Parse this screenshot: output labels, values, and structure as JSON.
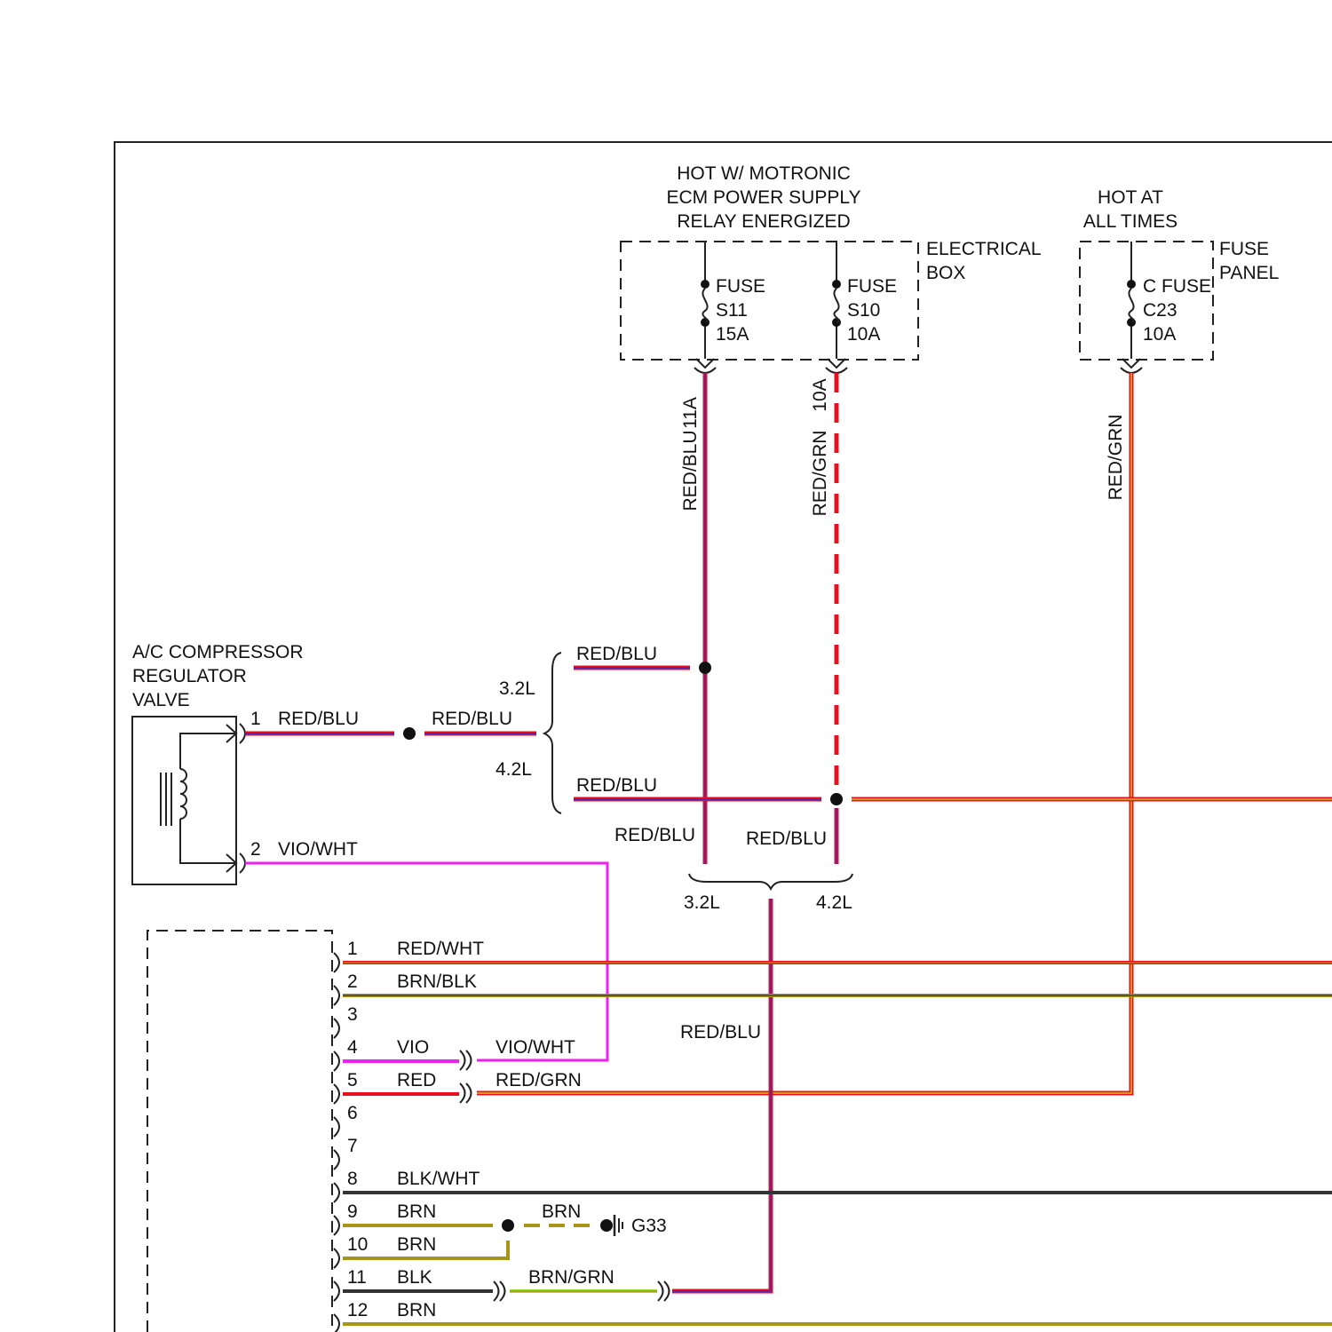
{
  "supplies": {
    "motronic": [
      "HOT W/ MOTRONIC",
      "ECM POWER SUPPLY",
      "RELAY ENERGIZED"
    ],
    "always": [
      "HOT AT",
      "ALL TIMES"
    ]
  },
  "boxes": {
    "electrical": [
      "ELECTRICAL",
      "BOX"
    ],
    "fuse_panel": [
      "FUSE",
      "PANEL"
    ]
  },
  "fuses": {
    "s11": [
      "FUSE",
      "S11",
      "15A"
    ],
    "s10": [
      "FUSE",
      "S10",
      "10A"
    ],
    "c23": [
      "C FUSE",
      "C23",
      "10A"
    ]
  },
  "terminals": {
    "t11a": "11A",
    "t10a": "10A"
  },
  "wires": {
    "s11_down": "RED/BLU",
    "s10_down": "RED/GRN",
    "c23_down": "RED/GRN",
    "valve_pin1_a": "RED/BLU",
    "valve_pin1_b": "RED/BLU",
    "branch_32": "RED/BLU",
    "branch_42": "RED/BLU",
    "down_32": "RED/BLU",
    "down_42": "RED/BLU",
    "valve_pin2": "VIO/WHT",
    "center_down": "RED/BLU"
  },
  "engine_variants": {
    "v32": "3.2L",
    "v42": "4.2L"
  },
  "component": {
    "name": [
      "A/C COMPRESSOR",
      "REGULATOR",
      "VALVE"
    ],
    "pins": [
      "1",
      "2"
    ]
  },
  "connector_pins": [
    {
      "pin": "1",
      "color": "RED/WHT",
      "far_color": ""
    },
    {
      "pin": "2",
      "color": "BRN/BLK",
      "far_color": ""
    },
    {
      "pin": "3",
      "color": "",
      "far_color": ""
    },
    {
      "pin": "4",
      "color": "VIO",
      "far_color": "VIO/WHT"
    },
    {
      "pin": "5",
      "color": "RED",
      "far_color": "RED/GRN"
    },
    {
      "pin": "6",
      "color": "",
      "far_color": ""
    },
    {
      "pin": "7",
      "color": "",
      "far_color": ""
    },
    {
      "pin": "8",
      "color": "BLK/WHT",
      "far_color": ""
    },
    {
      "pin": "9",
      "color": "BRN",
      "far_color": "BRN"
    },
    {
      "pin": "10",
      "color": "BRN",
      "far_color": ""
    },
    {
      "pin": "11",
      "color": "BLK",
      "far_color": "BRN/GRN"
    },
    {
      "pin": "12",
      "color": "BRN",
      "far_color": ""
    }
  ],
  "ground": "G33",
  "colors": {
    "red": "#e8101e",
    "blue_trace": "#2a2fd6",
    "violet": "#ee22ee",
    "brown": "#a89418",
    "black": "#333333",
    "green": "#9ae030"
  }
}
